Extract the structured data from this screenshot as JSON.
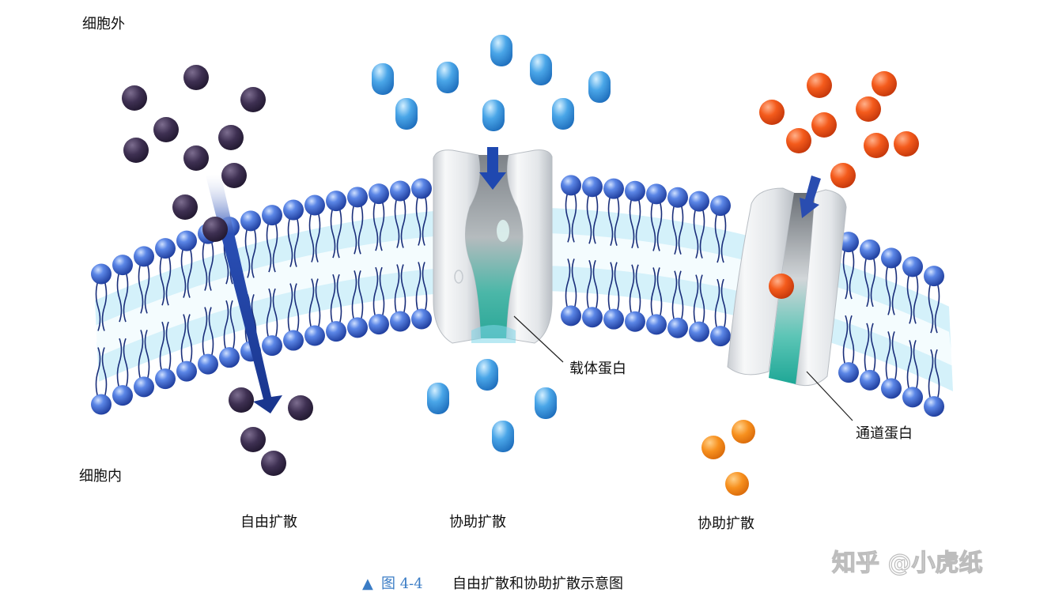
{
  "labels": {
    "outside": "细胞外",
    "inside": "细胞内",
    "carrier_protein": "载体蛋白",
    "channel_protein": "通道蛋白"
  },
  "processes": [
    {
      "label": "自由扩散"
    },
    {
      "label": "协助扩散"
    },
    {
      "label": "协助扩散"
    }
  ],
  "caption": {
    "marker": "▲",
    "figure_no": "图 4-4",
    "text": "自由扩散和协助扩散示意图"
  },
  "watermark": "知乎 @小虎纸",
  "colors": {
    "phospholipid_head": "#3a66d6",
    "phospholipid_tail": "#1a2e7a",
    "dark_molecule": "#3a2c4e",
    "blue_molecule": "#4aa6e8",
    "orange_molecule": "#f35a1c",
    "arrow": "#1f3f9e",
    "protein": "#e4e6e8",
    "teal": "#29b4a8",
    "caption_blue": "#3a7cc5"
  }
}
